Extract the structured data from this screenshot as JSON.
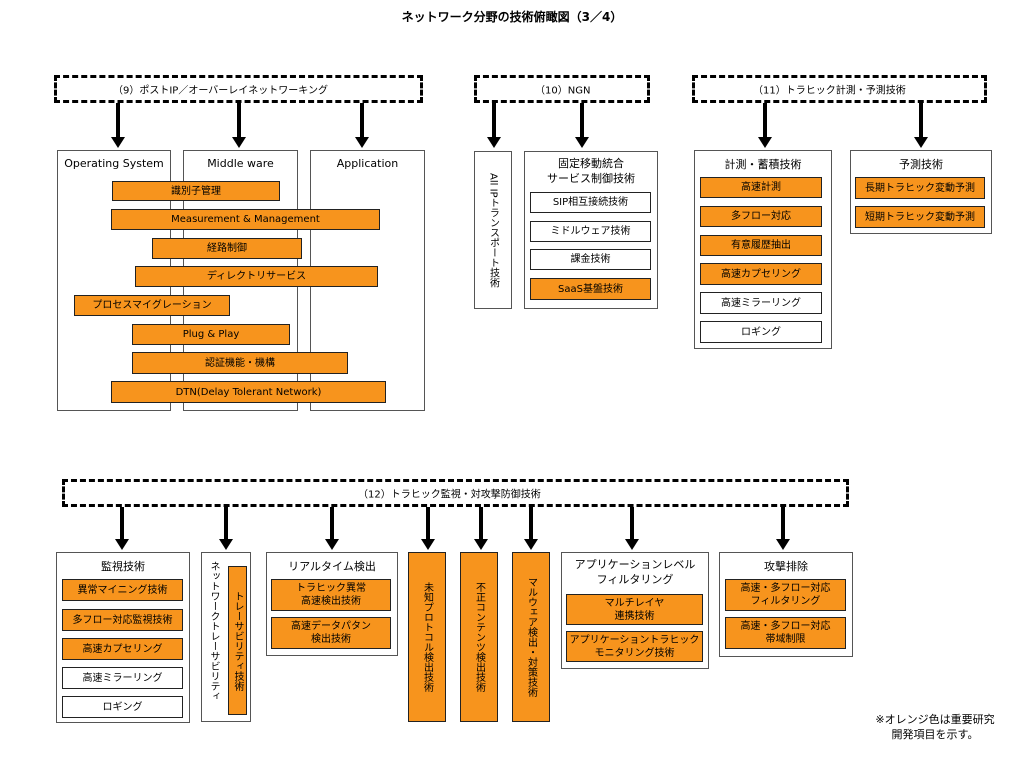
{
  "title": "ネットワーク分野の技術俯瞰図（3／4）",
  "section9": {
    "label": "（9）ポストIP／オーバーレイネットワーキング",
    "columns": [
      "Operating System",
      "Middle ware",
      "Application"
    ],
    "items": [
      "識別子管理",
      "Measurement & Management",
      "経路制御",
      "ディレクトリサービス",
      "プロセスマイグレーション",
      "Plug & Play",
      "認証機能・機構",
      "DTN(Delay Tolerant Network)"
    ]
  },
  "section10": {
    "label": "（10）NGN",
    "vertical": "All IPトランスポート技術",
    "panel_title": "固定移動統合\nサービス制御技術",
    "items": [
      "SIP相互接続技術",
      "ミドルウェア技術",
      "課金技術",
      "SaaS基盤技術"
    ]
  },
  "section11": {
    "label": "（11）トラヒック計測・予測技術",
    "left_title": "計測・蓄積技術",
    "left_items": [
      "高速計測",
      "多フロー対応",
      "有意履歴抽出",
      "高速カプセリング",
      "高速ミラーリング",
      "ロギング"
    ],
    "right_title": "予測技術",
    "right_items": [
      "長期トラヒック変動予測",
      "短期トラヒック変動予測"
    ]
  },
  "section12": {
    "label": "（12）トラヒック監視・対攻撃防御技術",
    "monitor_title": "監視技術",
    "monitor_items": [
      "異常マイニング技術",
      "多フロー対応監視技術",
      "高速カプセリング",
      "高速ミラーリング",
      "ロギング"
    ],
    "trace_title": "ネットワークトレーサビリティ",
    "trace_item": "トレーサビリティ技術",
    "realtime_title": "リアルタイム検出",
    "realtime_items": [
      "トラヒック異常\n高速検出技術",
      "高速データパタン\n検出技術"
    ],
    "vertical_items": [
      "未知プロトコル検出技術",
      "不正コンテンツ検出技術",
      "マルウェア検出・対策技術"
    ],
    "app_title": "アプリケーションレベル\nフィルタリング",
    "app_items": [
      "マルチレイヤ\n連携技術",
      "アプリケーショントラヒック\nモニタリング技術"
    ],
    "attack_title": "攻撃排除",
    "attack_items": [
      "高速・多フロー対応\nフィルタリング",
      "高速・多フロー対応\n帯域制限"
    ]
  },
  "note": [
    "※オレンジ色は重要研究",
    "開発項目を示す。"
  ],
  "colors": {
    "important": "#f7941d",
    "normal": "#ffffff"
  }
}
